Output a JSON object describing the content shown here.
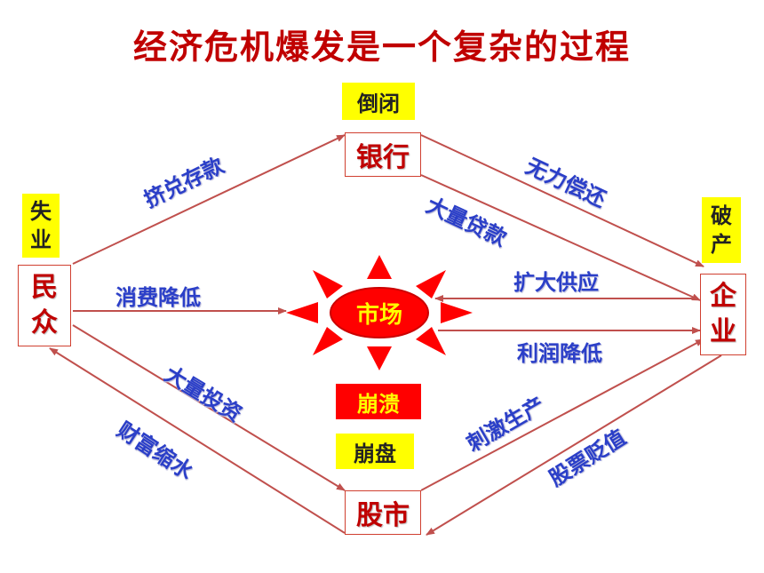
{
  "title": "经济危机爆发是一个复杂的过程",
  "nodes": {
    "bank": "银行",
    "people_1": "民",
    "people_2": "众",
    "enterprise_1": "企",
    "enterprise_2": "业",
    "stock": "股市",
    "market": "市场"
  },
  "tags": {
    "bank_status": "倒闭",
    "people_status_1": "失",
    "people_status_2": "业",
    "enterprise_status_1": "破",
    "enterprise_status_2": "产",
    "market_status": "崩溃",
    "stock_status": "崩盘"
  },
  "edges": {
    "people_to_bank": "挤兑存款",
    "bank_to_enterprise": "无力偿还",
    "bank_loans": "大量贷款",
    "expand_supply": "扩大供应",
    "consumption_down": "消费降低",
    "profit_down": "利润降低",
    "big_invest": "大量投资",
    "stimulate_production": "刺激生产",
    "wealth_shrink": "财富缩水",
    "stock_devalue": "股票贬值"
  },
  "colors": {
    "title": "#c00000",
    "node_text": "#c00000",
    "arrow": "#c0504d",
    "label": "#2b3fc8",
    "tag_yellow": "#ffff00",
    "tag_red": "#ff0000",
    "sun": "#ff0000"
  }
}
